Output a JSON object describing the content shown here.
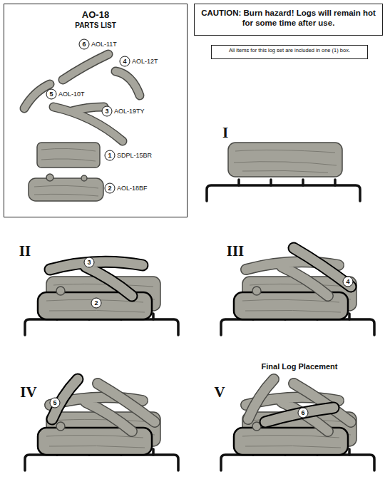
{
  "diagram": {
    "nodes": [
      {
        "text": [
          "AO-18",
          "PARTS LIST"
        ]
      },
      {
        "text": [
          "CAUTION: Burn hazard! Logs will remain hot for some time after use."
        ]
      },
      {
        "text": [
          "All items for this log set are included in one (1) box."
        ]
      }
    ],
    "labels": [
      "6",
      "AOL-11T",
      "4",
      "AOL-12T",
      "5",
      "AOL-10T",
      "3",
      "AOL-19TY",
      "1",
      "SDPL-15BR",
      "2",
      "AOL-18BF",
      "I",
      "II",
      "3",
      "2",
      "III",
      "4",
      "IV",
      "5",
      "V",
      "Final Log Placement",
      "6"
    ]
  }
}
